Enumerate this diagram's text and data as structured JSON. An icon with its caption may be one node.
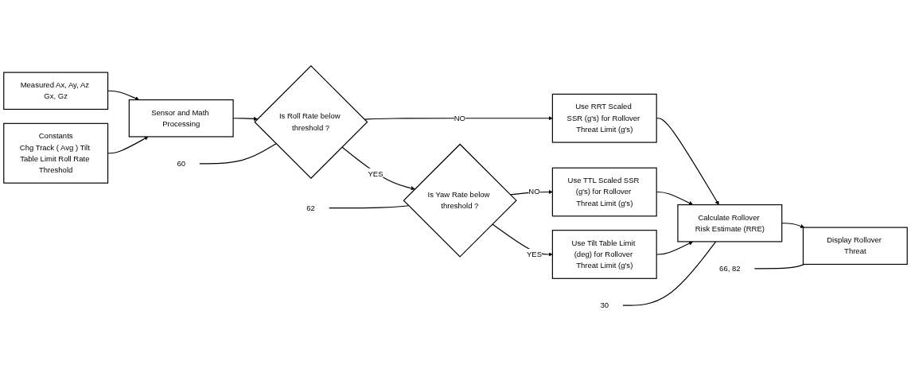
{
  "diagram": {
    "nodes": [
      {
        "text": [
          "Constants",
          "Chg Track ( Avg ) Tilt Table Limit Roll Rate Threshold"
        ]
      },
      {
        "text": [
          "Measured Ax, Ay, Az Gx, Gz"
        ]
      },
      {
        "text": [
          "Sensor and Math Processing"
        ]
      },
      {
        "text": [
          "Is Roll Rate below threshold ?"
        ]
      },
      {
        "text": [
          "Is Yaw Rate below threshold ?"
        ]
      },
      {
        "text": [
          "Use Tilt Table Limit (deg) for Rollover Threat Limit (g's)"
        ]
      },
      {
        "text": [
          "Use TTL Scaled SSR (g's) for Rollover Threat Limit (g's)"
        ]
      },
      {
        "text": [
          "Use RRT Scaled SSR (g's) for Rollover Threat Limit (g's)"
        ]
      },
      {
        "text": [
          "Calculate Rollover Risk Estimate (RRE)"
        ]
      },
      {
        "text": [
          "Display Rollover Threat"
        ]
      },
      {
        "text": [
          "60"
        ]
      },
      {
        "text": [
          "62"
        ]
      },
      {
        "text": [
          "30"
        ]
      },
      {
        "text": [
          "66, 82"
        ]
      }
    ],
    "edges": [
      {
        "from": 0,
        "to": 2,
        "arrow": "to"
      },
      {
        "from": 1,
        "to": 2,
        "arrow": "to"
      },
      {
        "from": 2,
        "to": 3,
        "arrow": "to"
      },
      {
        "from": 3,
        "to": 4,
        "arrow": "to",
        "label": "YES"
      },
      {
        "from": 3,
        "to": 7,
        "arrow": "to",
        "label": "NO"
      },
      {
        "from": 4,
        "to": 5,
        "arrow": "to",
        "label": "YES"
      },
      {
        "from": 4,
        "to": 6,
        "arrow": "to",
        "label": "NO"
      },
      {
        "from": 5,
        "to": 8,
        "arrow": "to"
      },
      {
        "from": 6,
        "to": 8,
        "arrow": "to"
      },
      {
        "from": 7,
        "to": 8,
        "arrow": "to"
      },
      {
        "from": 8,
        "to": 9,
        "arrow": "to"
      },
      {
        "from": 10,
        "to": 3,
        "arrow": "none"
      },
      {
        "from": 11,
        "to": 4,
        "arrow": "none"
      },
      {
        "from": 12,
        "to": 8,
        "arrow": "none"
      },
      {
        "from": 13,
        "to": 9,
        "arrow": "none"
      }
    ]
  }
}
